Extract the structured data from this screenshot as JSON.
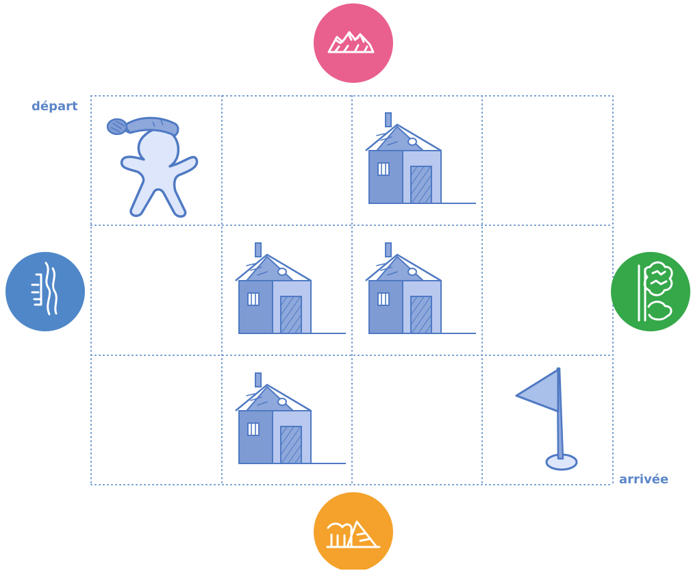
{
  "labels": {
    "start": "départ",
    "end": "arrivée"
  },
  "colors": {
    "grid_line": "#6a95cf",
    "label_text": "#5b86c8",
    "house_roof": "#8ea8dc",
    "house_wall": "#b8c8ef",
    "house_outline": "#4f79c3",
    "character_fill": "#dde6fb",
    "flag_fill": "#a9c0ea",
    "compass_north": "#e95f8e",
    "compass_west": "#4f87c8",
    "compass_east": "#35a849",
    "compass_south": "#f4a22b"
  },
  "grid": {
    "rows": 3,
    "columns": 4
  },
  "cells": [
    [
      {
        "content": "character"
      },
      {
        "content": "empty"
      },
      {
        "content": "house"
      },
      {
        "content": "empty"
      }
    ],
    [
      {
        "content": "empty"
      },
      {
        "content": "house"
      },
      {
        "content": "house"
      },
      {
        "content": "empty"
      }
    ],
    [
      {
        "content": "empty"
      },
      {
        "content": "house"
      },
      {
        "content": "empty"
      },
      {
        "content": "flag"
      }
    ]
  ],
  "compass_markers": {
    "north": {
      "icon": "mountain-icon"
    },
    "west": {
      "icon": "waterfall-icon"
    },
    "east": {
      "icon": "forest-icon"
    },
    "south": {
      "icon": "desert-icon"
    }
  }
}
